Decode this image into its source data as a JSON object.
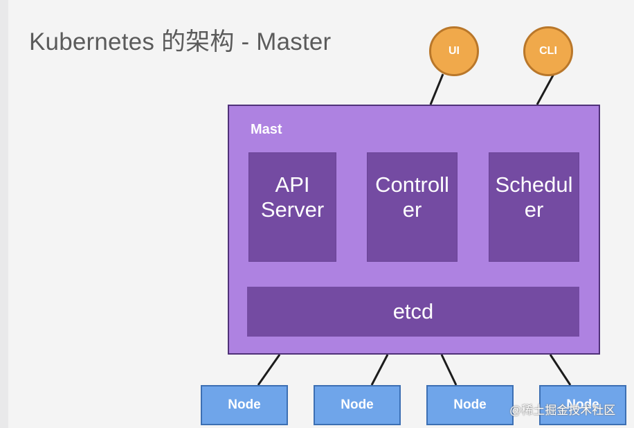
{
  "title": "Kubernetes 的架构 - Master",
  "clients": [
    {
      "label": "UI"
    },
    {
      "label": "CLI"
    }
  ],
  "master": {
    "label": "Mast",
    "components": [
      {
        "label": "API\nServer"
      },
      {
        "label": "Controll\ner"
      },
      {
        "label": "Schedul\ner"
      }
    ],
    "store": {
      "label": "etcd"
    }
  },
  "nodes": [
    {
      "label": "Node"
    },
    {
      "label": "Node"
    },
    {
      "label": "Node"
    },
    {
      "label": "Node"
    }
  ],
  "watermark": "@稀土掘金技术社区",
  "colors": {
    "client_fill": "#f0a94b",
    "master_fill": "#ae82e1",
    "component_fill": "#744ba2",
    "node_fill": "#6fa5ea",
    "connector": "#1c1c1c"
  }
}
